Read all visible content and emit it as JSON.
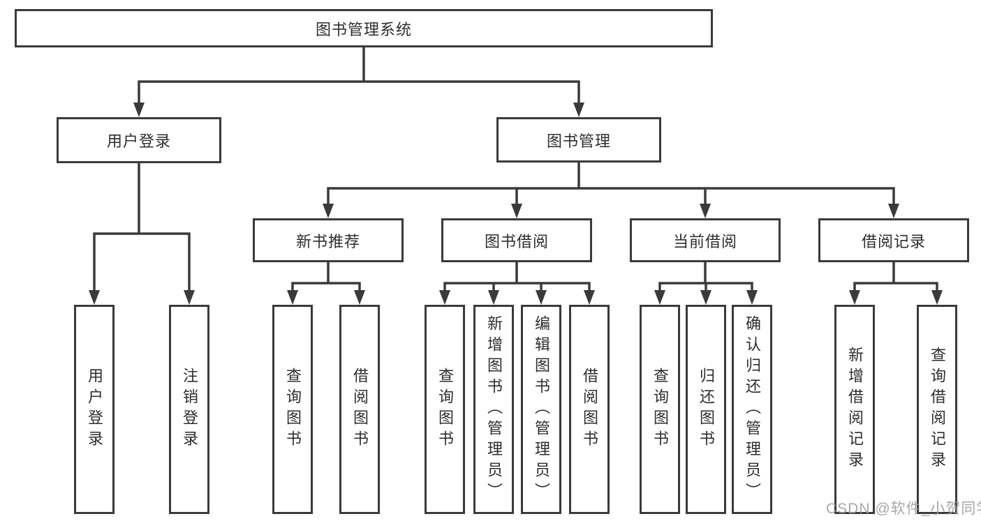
{
  "tree": {
    "root": {
      "label": "图书管理系统",
      "children": [
        {
          "label": "用户登录",
          "children": [
            {
              "label": "用户登录"
            },
            {
              "label": "注销登录"
            }
          ]
        },
        {
          "label": "图书管理",
          "children": [
            {
              "label": "新书推荐",
              "children": [
                {
                  "label": "查询图书"
                },
                {
                  "label": "借阅图书"
                }
              ]
            },
            {
              "label": "图书借阅",
              "children": [
                {
                  "label": "查询图书"
                },
                {
                  "label": "新增图书（管理员）"
                },
                {
                  "label": "编辑图书（管理员）"
                },
                {
                  "label": "借阅图书"
                }
              ]
            },
            {
              "label": "当前借阅",
              "children": [
                {
                  "label": "查询图书"
                },
                {
                  "label": "归还图书"
                },
                {
                  "label": "确认归还（管理员）"
                }
              ]
            },
            {
              "label": "借阅记录",
              "children": [
                {
                  "label": "新增借阅记录"
                },
                {
                  "label": "查询借阅记录"
                }
              ]
            }
          ]
        }
      ]
    }
  },
  "watermark": {
    "text": "CSDN @软件_小贺同学"
  },
  "colors": {
    "line": "#3a3a3a",
    "text": "#2d2d2d",
    "background": "#ffffff",
    "watermark": "#9e9e9e"
  }
}
